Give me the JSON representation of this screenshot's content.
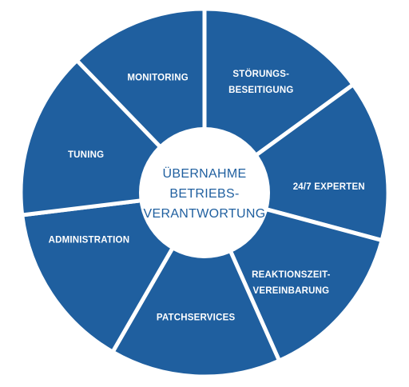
{
  "center": {
    "lines": [
      "ÜBERNAHME",
      "BETRIEBS-",
      "VERANTWORTUNG"
    ]
  },
  "segments": [
    {
      "lines": [
        "STÖRUNGS-",
        "BESEITIGUNG"
      ]
    },
    {
      "lines": [
        "24/7 EXPERTEN"
      ]
    },
    {
      "lines": [
        "REAKTIONSZEIT-",
        "VEREINBARUNG"
      ]
    },
    {
      "lines": [
        "PATCHSERVICES"
      ]
    },
    {
      "lines": [
        "ADMINISTRATION"
      ]
    },
    {
      "lines": [
        "TUNING"
      ]
    },
    {
      "lines": [
        "MONITORING"
      ]
    }
  ],
  "colors": {
    "segment_fill": "#1f5f9f",
    "divider": "#ffffff",
    "center_fill": "#ffffff",
    "center_text": "#1f5f9f"
  }
}
